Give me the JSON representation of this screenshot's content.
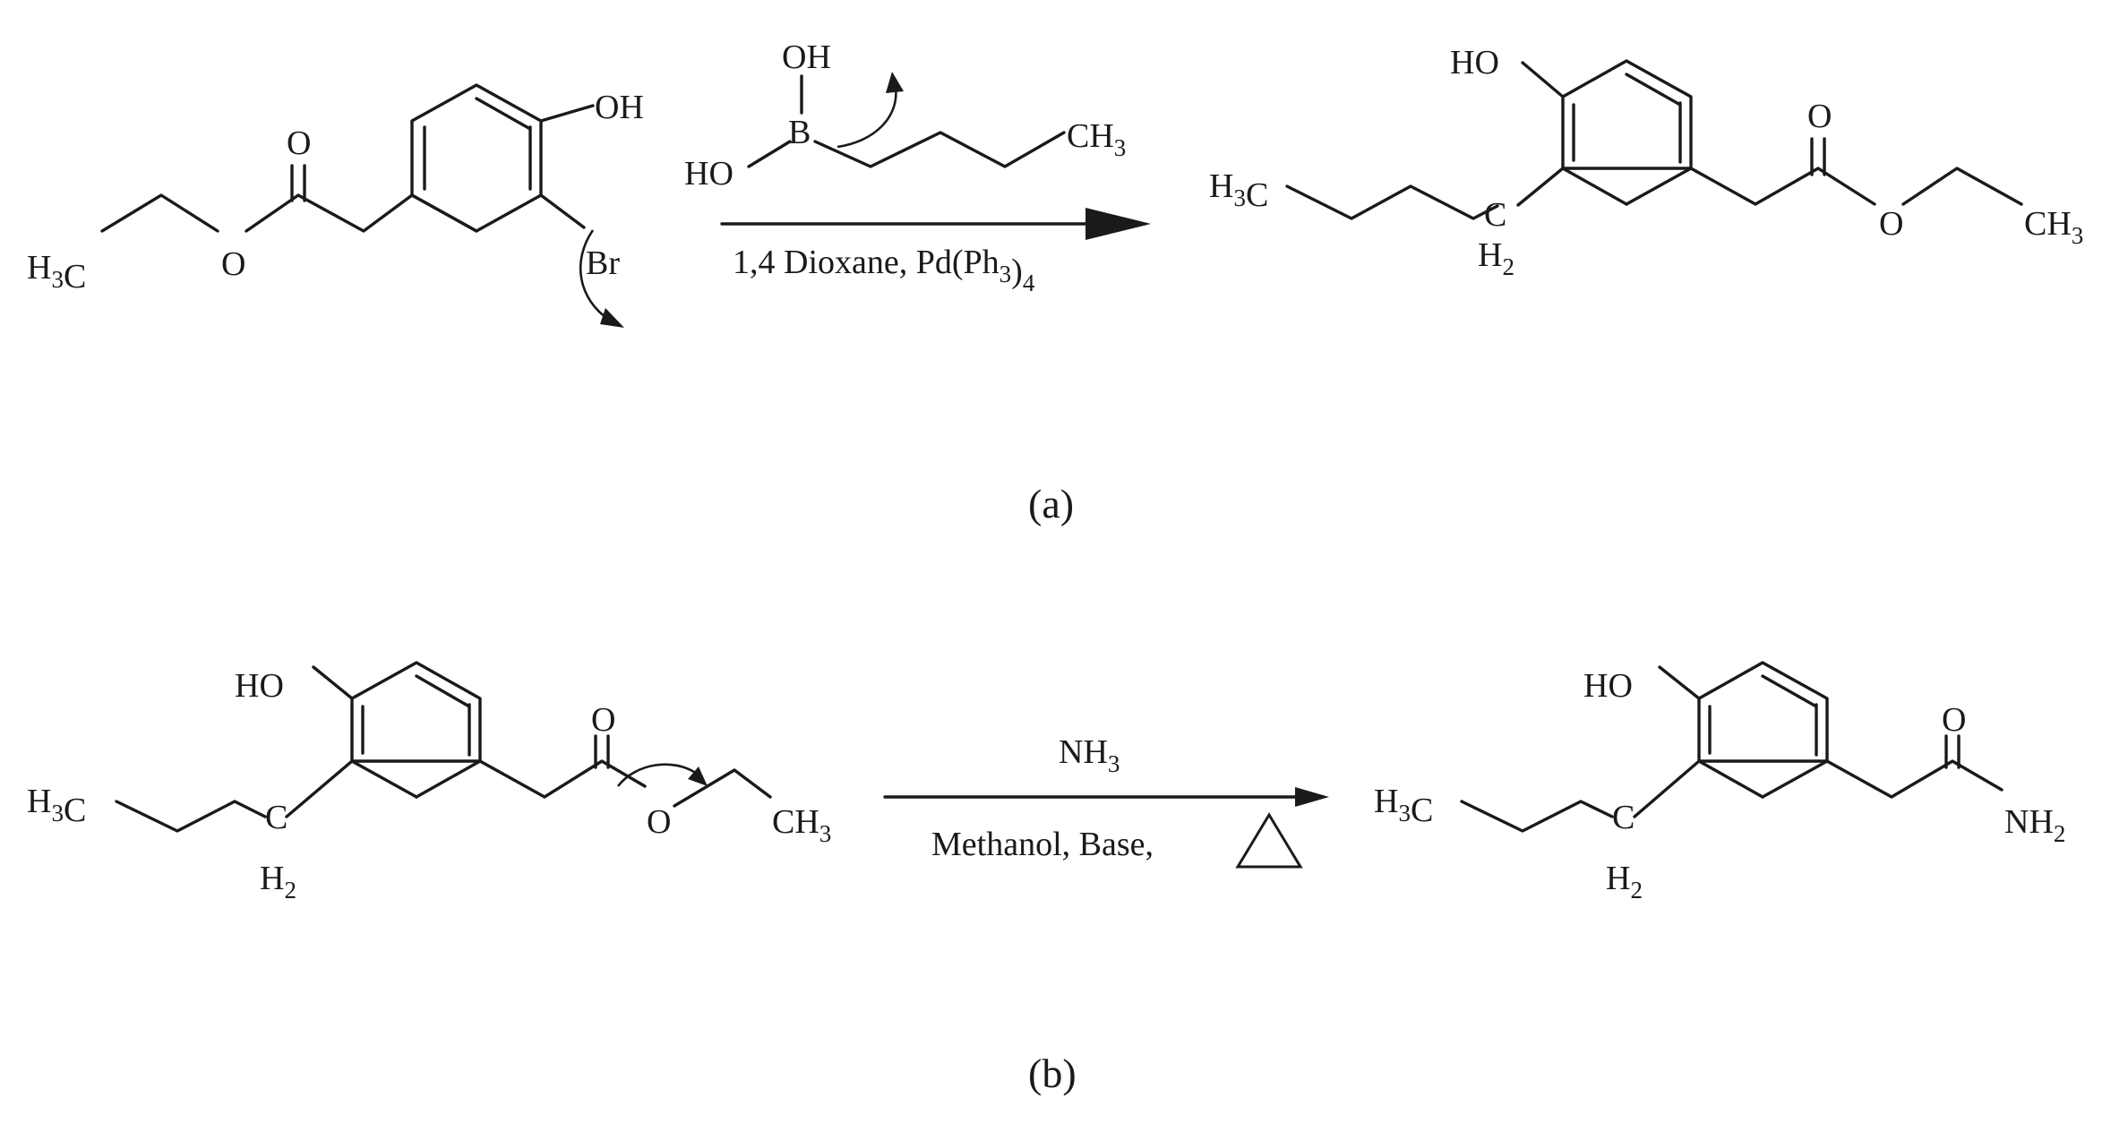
{
  "figure": {
    "panels": [
      {
        "id": "a",
        "label": "(a)",
        "reactant_labels": {
          "methyl": "H3C",
          "ester_carbonyl_o": "O",
          "ester_o": "O",
          "hydroxyl": "OH",
          "halogen": "Br"
        },
        "reagent_labels": {
          "boron": "B",
          "boron_oh_top": "OH",
          "boron_oh_left": "HO",
          "terminal_methyl": "CH3"
        },
        "conditions_below": "1,4 Dioxane, Pd(Ph3)4",
        "product_labels": {
          "hydroxyl": "HO",
          "methyl": "H3C",
          "methylene": "C",
          "methylene_h": "H2",
          "ester_carbonyl_o": "O",
          "ester_o": "O",
          "terminal_methyl": "CH3"
        }
      },
      {
        "id": "b",
        "label": "(b)",
        "reactant_labels": {
          "hydroxyl": "HO",
          "methyl": "H3C",
          "methylene": "C",
          "methylene_h": "H2",
          "ester_carbonyl_o": "O",
          "ester_o": "O",
          "terminal_methyl": "CH3"
        },
        "conditions_above": "NH3",
        "conditions_below": "Methanol, Base,",
        "heat_symbol": "triangle-icon",
        "product_labels": {
          "hydroxyl": "HO",
          "methyl": "H3C",
          "methylene": "C",
          "methylene_h": "H2",
          "carbonyl_o": "O",
          "amide": "NH2"
        }
      }
    ]
  }
}
